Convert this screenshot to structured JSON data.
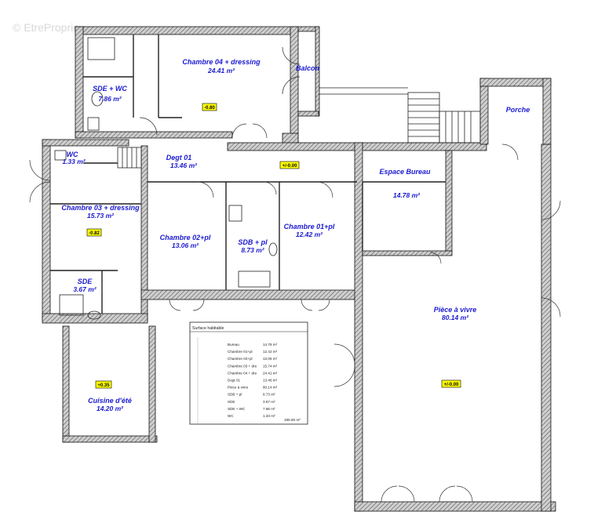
{
  "watermark": "© EtreProprio",
  "colors": {
    "label": "#1a1ad0",
    "level_marker": "#ffff00",
    "wall_hatch": "#555555"
  },
  "rooms": {
    "chambre04": {
      "name": "Chambre 04 + dressing",
      "area": "24.41 m²"
    },
    "balcon": {
      "name": "Balcon"
    },
    "sde_wc": {
      "name": "SDE + WC",
      "area": "7.86 m²"
    },
    "wc": {
      "name": "WC",
      "area": "1.33 m²"
    },
    "degt01": {
      "name": "Degt 01",
      "area": "13.46 m²"
    },
    "chambre03": {
      "name": "Chambre 03 + dressing",
      "area": "15.73 m²"
    },
    "chambre02": {
      "name": "Chambre 02+pl",
      "area": "13.06 m²"
    },
    "sdb": {
      "name": "SDB + pl",
      "area": "8.73 m²"
    },
    "chambre01": {
      "name": "Chambre 01+pl",
      "area": "12.42 m²"
    },
    "espace_bureau": {
      "name": "Espace Bureau"
    },
    "bureau_area": {
      "area": "14.78 m²"
    },
    "porche": {
      "name": "Porche"
    },
    "sde": {
      "name": "SDE",
      "area": "3.67 m²"
    },
    "piece_vivre": {
      "name": "Pièce à vivre",
      "area": "80.14 m²"
    },
    "cuisine_ete": {
      "name": "Cuisine d'été",
      "area": "14.20 m²"
    }
  },
  "levels": {
    "chambre04": "-0.80",
    "degt": "+/-0.00",
    "chambre03": "-0.82",
    "cuisine": "+0.35",
    "vivre": "+/-0.00"
  },
  "surface_table": {
    "title": "Surface habitable",
    "rows": [
      {
        "label": "Bureau",
        "value": "14.78 m²"
      },
      {
        "label": "Chambre 01+pl",
        "value": "12.42 m²"
      },
      {
        "label": "Chambre 02+pl",
        "value": "13.06 m²"
      },
      {
        "label": "Chambre 03 + dre",
        "value": "15.74 m²"
      },
      {
        "label": "Chambre 04 + dre",
        "value": "24.41 m²"
      },
      {
        "label": "Degt 01",
        "value": "13.46 m²"
      },
      {
        "label": "Pièce à vivre",
        "value": "80.14 m²"
      },
      {
        "label": "SDB + pl",
        "value": "8.73 m²"
      },
      {
        "label": "SDE",
        "value": "3.67 m²"
      },
      {
        "label": "SDE + WC",
        "value": "7.86 m²"
      },
      {
        "label": "WC",
        "value": "1.33 m²"
      }
    ],
    "total": "195.60 m²"
  }
}
